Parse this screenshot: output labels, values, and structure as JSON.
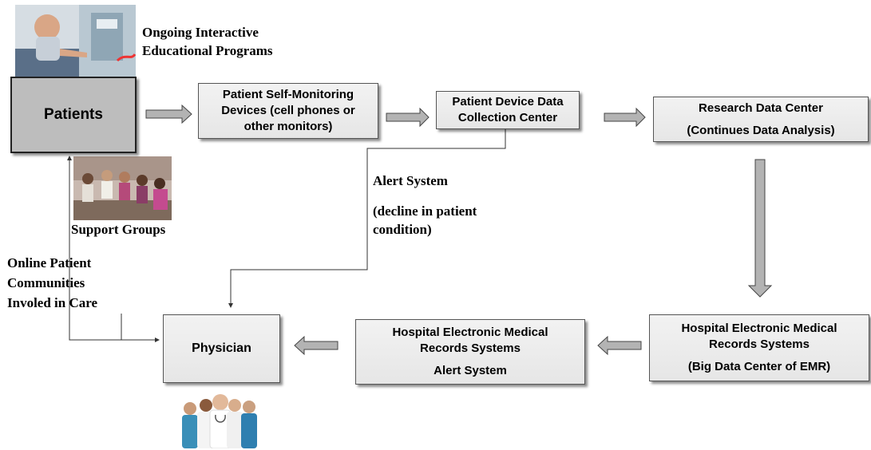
{
  "boxes": {
    "patients": "Patients",
    "self_monitoring": [
      "Patient Self-Monitoring",
      "Devices (cell phones or",
      "other monitors)"
    ],
    "device_data": [
      "Patient Device Data",
      "Collection Center"
    ],
    "research": [
      "Research Data Center",
      "(Continues Data Analysis)"
    ],
    "hospital_emr_big": [
      "Hospital Electronic Medical",
      "Records Systems",
      "(Big Data Center of EMR)"
    ],
    "hospital_emr_alert": [
      "Hospital Electronic Medical",
      "Records Systems",
      "Alert System"
    ],
    "physician": "Physician"
  },
  "labels": {
    "educational": [
      "Ongoing Interactive",
      "Educational Programs"
    ],
    "alert": [
      "Alert System",
      "(decline in patient",
      "condition)"
    ],
    "support_groups": "Support Groups",
    "online": [
      "Online Patient",
      "Communities",
      "Involed in Care"
    ]
  },
  "colors": {
    "box_fill": "#eaeaea",
    "patients_fill": "#bdbdbd",
    "arrow_fill": "#b3b3b3",
    "line": "#333333"
  },
  "images": {
    "patient_photo": "patient-dialysis-photo",
    "support_photo": "support-group-photo",
    "doctors_photo": "medical-team-photo"
  }
}
